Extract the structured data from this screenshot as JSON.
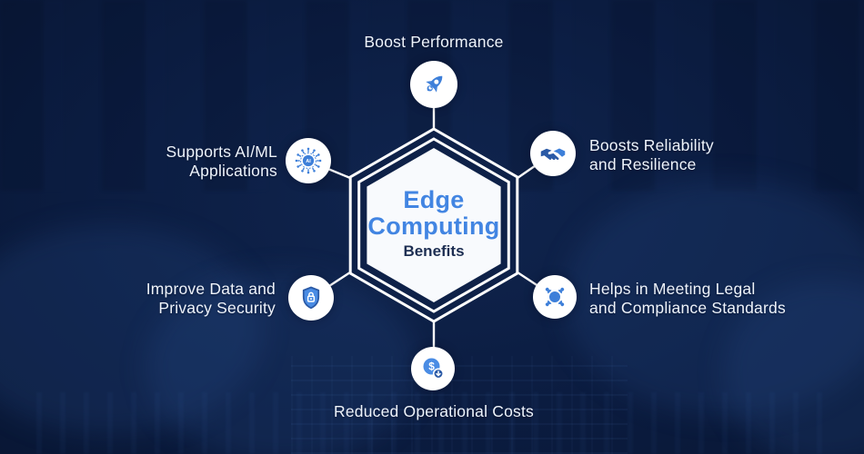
{
  "title": {
    "line1": "Edge",
    "line2": "Computing",
    "subtitle": "Benefits"
  },
  "nodes": {
    "top": {
      "label": "Boost Performance",
      "icon": "rocket-icon"
    },
    "upper_left": {
      "line1": "Supports AI/ML",
      "line2": "Applications",
      "icon": "ai-chip-icon"
    },
    "upper_right": {
      "line1": "Boosts Reliability",
      "line2": "and Resilience",
      "icon": "handshake-icon"
    },
    "lower_left": {
      "line1": "Improve Data and",
      "line2": "Privacy Security",
      "icon": "shield-lock-icon"
    },
    "lower_right": {
      "line1": "Helps in Meeting Legal",
      "line2": "and Compliance Standards",
      "icon": "meeting-compliance-icon"
    },
    "bottom": {
      "label": "Reduced Operational Costs",
      "icon": "dollar-reduce-icon"
    }
  },
  "icon_text": {
    "ai_chip": "AI",
    "currency": "$"
  },
  "colors": {
    "background_dark": "#081531",
    "background_mid": "#0d2148",
    "accent_blue": "#4285e2",
    "icon_blue": "#3d7fd9",
    "icon_blue_dark": "#2b5aa6",
    "icon_blue_light": "#4a8ce4",
    "hexagon_fill": "#f8fafd",
    "outline_white": "#ffffff",
    "subtitle_navy": "#1d2e52",
    "label_text": "#eef3fb"
  }
}
